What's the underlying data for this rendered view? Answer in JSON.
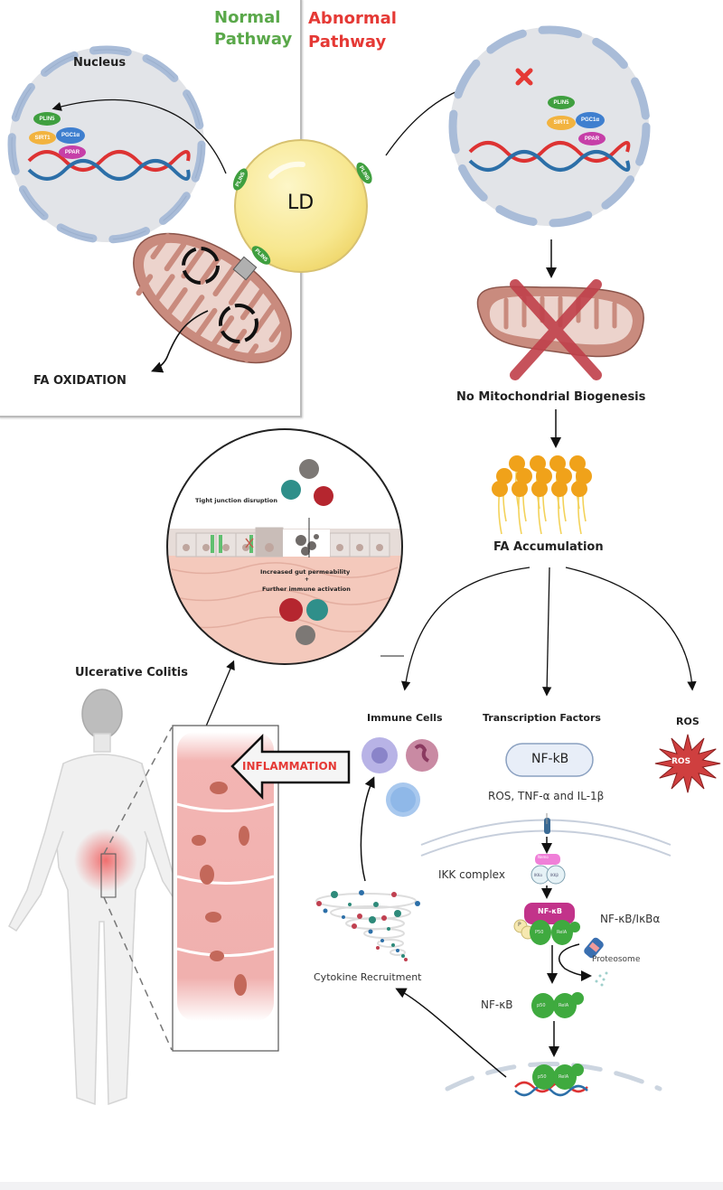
{
  "headers": {
    "normal": "Normal\nPathway",
    "normal_line1": "Normal",
    "normal_line2": "Pathway",
    "abnormal_line1": "Abnormal",
    "abnormal_line2": "Pathway"
  },
  "colors": {
    "normal": "#5aa84a",
    "abnormal": "#e53935",
    "nucleus_fill": "#e2e4e8",
    "nucleus_env": "#a9bcd8",
    "ld_fill": "#f7e78f",
    "mito_outer": "#c98b7e",
    "mito_inner": "#ecd3cc",
    "fa_head": "#f0a21a",
    "fa_tail": "#f3d25a",
    "plin5": "#3f9f3f",
    "sirt1": "#f2b33f",
    "pgc1a": "#3f7fcf",
    "ppar": "#c63fa8",
    "ros_star": "#cf3f3f",
    "nfkb_box": "#e8eef8"
  },
  "normal_panel": {
    "nucleus_label": "Nucleus",
    "proteins": [
      "PLIN5",
      "SIRT1",
      "PGC1α",
      "PPAR"
    ],
    "ld_label": "LD",
    "ld_plin5": "PLIN5",
    "fa_oxidation": "FA OXIDATION"
  },
  "abnormal_panel": {
    "proteins": [
      "PLIN5",
      "SIRT1",
      "PGC1α",
      "PPAR"
    ],
    "blocked_icon": "red-x",
    "no_biogenesis": "No Mitochondrial Biogenesis",
    "fa_accumulation": "FA Accumulation"
  },
  "gut_inset": {
    "tight_junction": "Tight junction disruption",
    "permeability": "Increased gut permeability",
    "plus": "+",
    "immune_activation": "Further immune activation"
  },
  "ulcerative_colitis": "Ulcerative Colitis",
  "inflammation": "INFLAMMATION",
  "branches": {
    "immune_cells": "Immune Cells",
    "transcription_factors": "Transcription Factors",
    "ros": "ROS",
    "ros_star_text": "ROS",
    "nfkb_box": "NF-kB"
  },
  "pathway": {
    "stimuli": "ROS, TNF-α and IL-1β",
    "ikk_complex": "IKK complex",
    "nemo": "Nemo",
    "ikka": "IKKα",
    "ikkb": "IKKβ",
    "nfkb_complex_top": "NF-κB",
    "p": "P",
    "p50": "P50",
    "rela": "RelA",
    "nfkb_ikba": "NF-κB/IκBα",
    "proteosome": "Proteosome",
    "nfkb_free": "NF-κB",
    "p50_lower": "p50",
    "rela_lower": "RelA"
  },
  "cytokine_recruitment": "Cytokine Recruitment"
}
